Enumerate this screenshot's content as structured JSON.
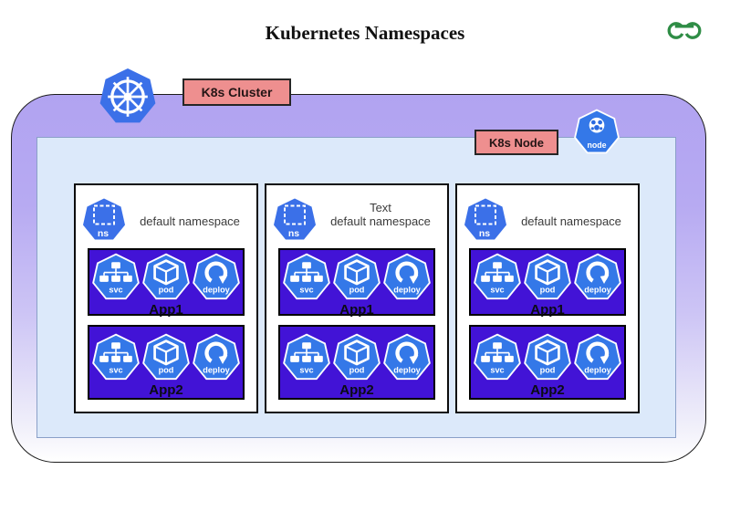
{
  "page": {
    "title": "Kubernetes Namespaces"
  },
  "logo": {
    "name": "GeeksforGeeks",
    "color": "#2f8d46"
  },
  "cluster": {
    "label": "K8s Cluster",
    "node": {
      "label": "K8s Node",
      "icon_label": "node",
      "namespaces": [
        {
          "icon_label": "ns",
          "title_lines": [
            "default namespace"
          ],
          "apps": [
            {
              "label": "App1",
              "icons": [
                "svc",
                "pod",
                "deploy"
              ]
            },
            {
              "label": "App2",
              "icons": [
                "svc",
                "pod",
                "deploy"
              ]
            }
          ]
        },
        {
          "icon_label": "ns",
          "title_lines": [
            "Text",
            "default namespace"
          ],
          "apps": [
            {
              "label": "App1",
              "icons": [
                "svc",
                "pod",
                "deploy"
              ]
            },
            {
              "label": "App2",
              "icons": [
                "svc",
                "pod",
                "deploy"
              ]
            }
          ]
        },
        {
          "icon_label": "ns",
          "title_lines": [
            "default namespace"
          ],
          "apps": [
            {
              "label": "App1",
              "icons": [
                "svc",
                "pod",
                "deploy"
              ]
            },
            {
              "label": "App2",
              "icons": [
                "svc",
                "pod",
                "deploy"
              ]
            }
          ]
        }
      ]
    }
  },
  "colors": {
    "cluster_top": "#b1a3f1",
    "cluster_bottom": "#ffffff",
    "node_bg": "#dce9fa",
    "tag_bg": "#ee8f8f",
    "app_box_bg": "#4213d6",
    "heptagon_blue": "#3478e8",
    "logo_green": "#2f8d46"
  }
}
